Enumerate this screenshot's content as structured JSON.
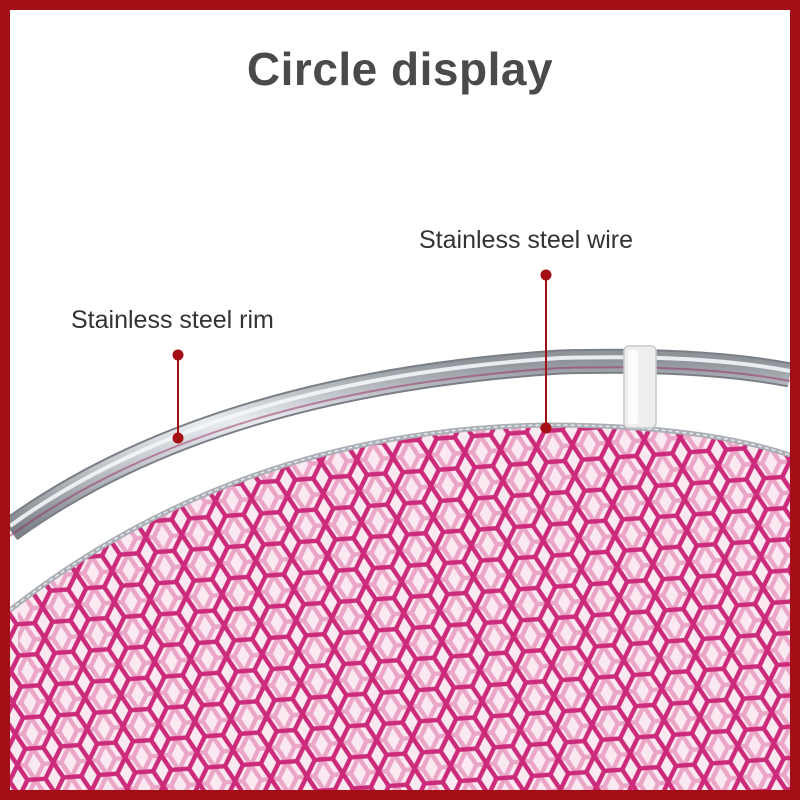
{
  "title": "Circle display",
  "labels": {
    "rim": "Stainless steel rim",
    "wire": "Stainless steel wire"
  },
  "colors": {
    "frame": "#a30f14",
    "title": "#4a4a4a",
    "net": "#cc2a7a",
    "rim": "#b9bec4",
    "pointer": "#a30f14"
  },
  "graphic": {
    "net": "pink-hexagon-mesh",
    "rim": "stainless-steel-hoop",
    "clip": "white-plastic-clip"
  }
}
